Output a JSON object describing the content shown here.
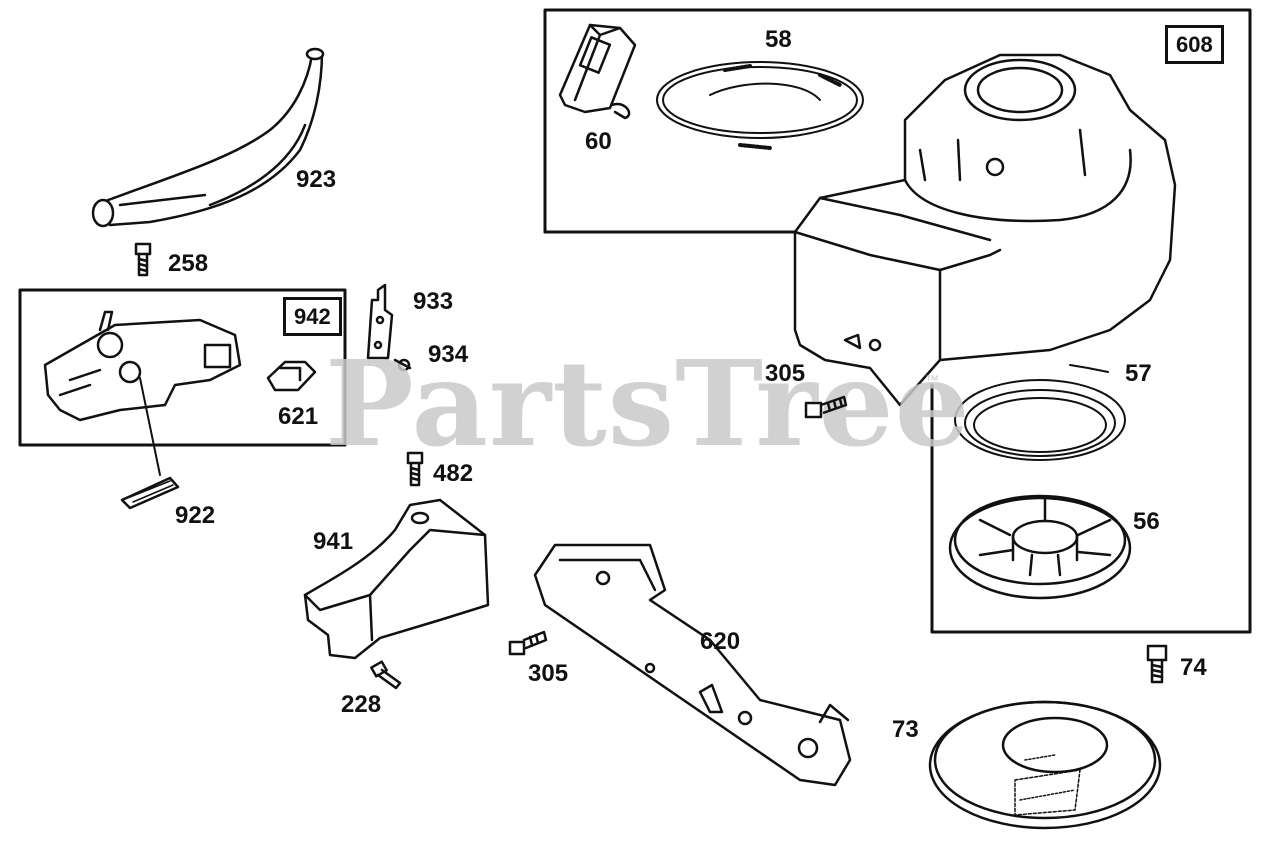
{
  "watermark": "PartsTree",
  "trademark": "™",
  "box_labels": {
    "b608": "608",
    "b942": "942"
  },
  "labels": {
    "p58": "58",
    "p60": "60",
    "p923": "923",
    "p258": "258",
    "p933": "933",
    "p934": "934",
    "p621": "621",
    "p482": "482",
    "p922": "922",
    "p941": "941",
    "p305a": "305",
    "p305b": "305",
    "p57": "57",
    "p56": "56",
    "p620": "620",
    "p228": "228",
    "p74": "74",
    "p73": "73"
  },
  "colors": {
    "line": "#111111",
    "watermark": "#c9c9c9",
    "background": "#ffffff"
  }
}
